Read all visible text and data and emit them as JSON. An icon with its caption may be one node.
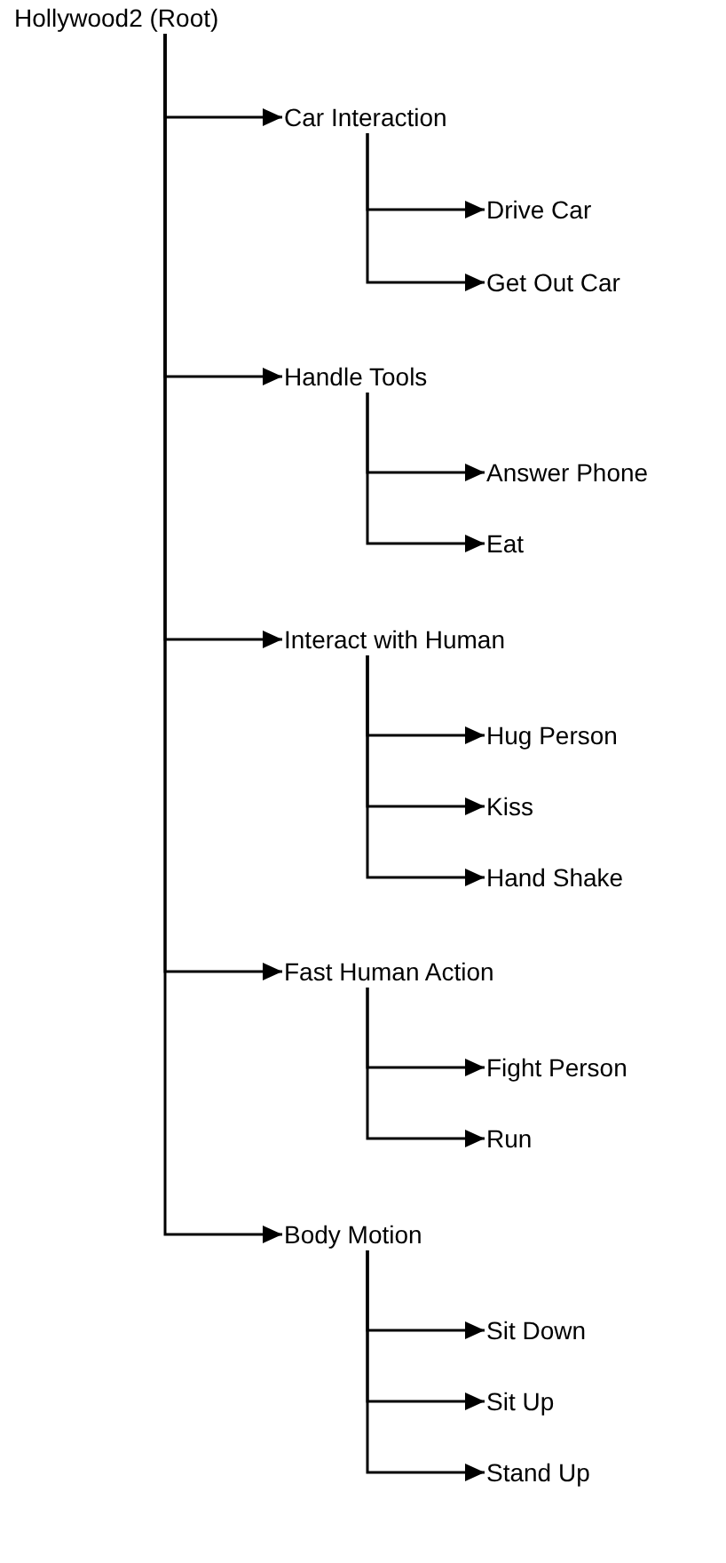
{
  "diagram": {
    "nodes": [
      {
        "text": [
          "Hollywood2 (Root)"
        ]
      },
      {
        "text": [
          "Car Interaction"
        ]
      },
      {
        "text": [
          "Drive Car"
        ]
      },
      {
        "text": [
          "Get Out Car"
        ]
      },
      {
        "text": [
          "Handle Tools"
        ]
      },
      {
        "text": [
          "Answer Phone"
        ]
      },
      {
        "text": [
          "Eat"
        ]
      },
      {
        "text": [
          "Interact with Human"
        ]
      },
      {
        "text": [
          "Hug Person"
        ]
      },
      {
        "text": [
          "Kiss"
        ]
      },
      {
        "text": [
          "Hand Shake"
        ]
      },
      {
        "text": [
          "Fast Human Action"
        ]
      },
      {
        "text": [
          "Fight Person"
        ]
      },
      {
        "text": [
          "Run"
        ]
      },
      {
        "text": [
          "Body Motion"
        ]
      },
      {
        "text": [
          "Sit Down"
        ]
      },
      {
        "text": [
          "Sit Up"
        ]
      },
      {
        "text": [
          "Stand Up"
        ]
      }
    ],
    "edges": [
      {
        "from": 0,
        "to": 1,
        "arrow": "to"
      },
      {
        "from": 1,
        "to": 2,
        "arrow": "to"
      },
      {
        "from": 1,
        "to": 3,
        "arrow": "to"
      },
      {
        "from": 0,
        "to": 4,
        "arrow": "to"
      },
      {
        "from": 4,
        "to": 5,
        "arrow": "to"
      },
      {
        "from": 4,
        "to": 6,
        "arrow": "to"
      },
      {
        "from": 0,
        "to": 7,
        "arrow": "to"
      },
      {
        "from": 7,
        "to": 8,
        "arrow": "to"
      },
      {
        "from": 7,
        "to": 9,
        "arrow": "to"
      },
      {
        "from": 7,
        "to": 10,
        "arrow": "to"
      },
      {
        "from": 0,
        "to": 11,
        "arrow": "to"
      },
      {
        "from": 11,
        "to": 12,
        "arrow": "to"
      },
      {
        "from": 11,
        "to": 13,
        "arrow": "to"
      },
      {
        "from": 0,
        "to": 14,
        "arrow": "to"
      },
      {
        "from": 14,
        "to": 15,
        "arrow": "to"
      },
      {
        "from": 14,
        "to": 16,
        "arrow": "to"
      },
      {
        "from": 14,
        "to": 17,
        "arrow": "to"
      }
    ]
  }
}
